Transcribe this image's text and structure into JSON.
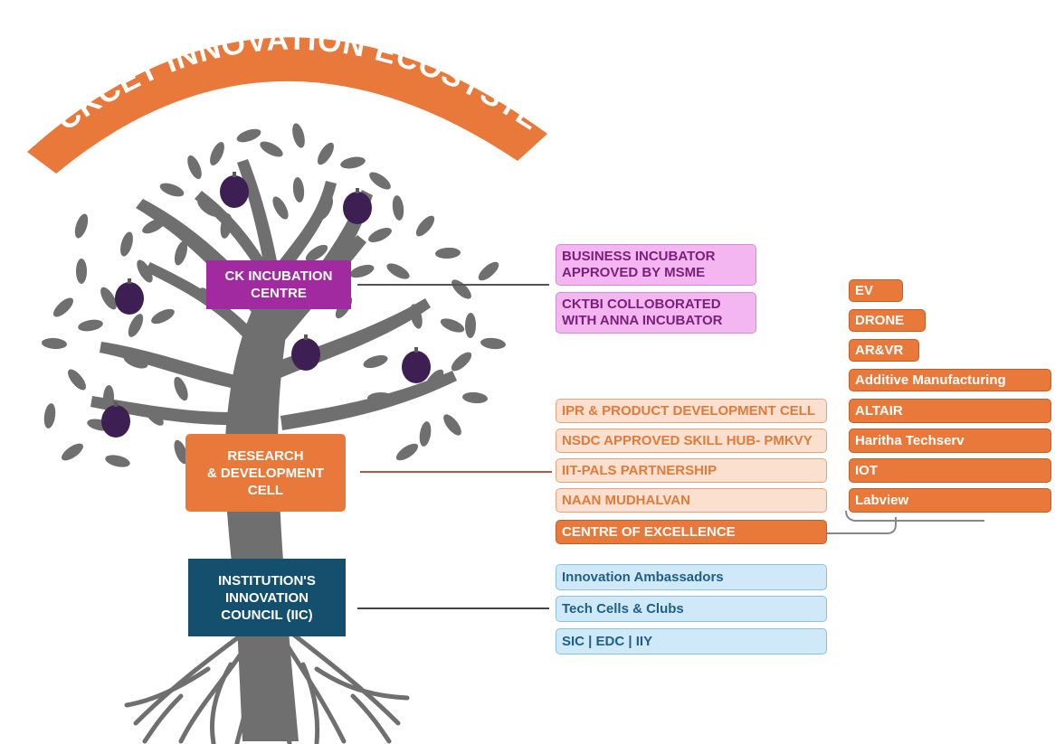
{
  "title": "CKCET INNOVATION ECOSYSTEM",
  "colors": {
    "arch": "#e8793a",
    "tree": "#6f6f6f",
    "fruit": "#3d1f54",
    "incubation": "#a12aa0",
    "research": "#e8793a",
    "iic": "#14506e"
  },
  "tree_icon": "tree-icon",
  "main_nodes": {
    "incubation": "CK INCUBATION\nCENTRE",
    "research": "RESEARCH\n& DEVELOPMENT\nCELL",
    "iic": "INSTITUTION'S\nINNOVATION\nCOUNCIL (IIC)"
  },
  "incubation_items": [
    "BUSINESS INCUBATOR\nAPPROVED BY MSME",
    "CKTBI COLLOBORATED\nWITH ANNA INCUBATOR"
  ],
  "research_items": [
    "IPR & PRODUCT DEVELOPMENT CELL",
    "NSDC APPROVED SKILL HUB- PMKVY",
    "IIT-PALS PARTNERSHIP",
    "NAAN MUDHALVAN"
  ],
  "centre_of_excellence": "CENTRE OF EXCELLENCE",
  "excellence_items": [
    "EV",
    "DRONE",
    "AR&VR",
    "Additive Manufacturing",
    "ALTAIR",
    "Haritha Techserv",
    "IOT",
    "Labview"
  ],
  "iic_items": [
    "Innovation  Ambassadors",
    "Tech Cells & Clubs",
    "SIC | EDC | IIY"
  ]
}
